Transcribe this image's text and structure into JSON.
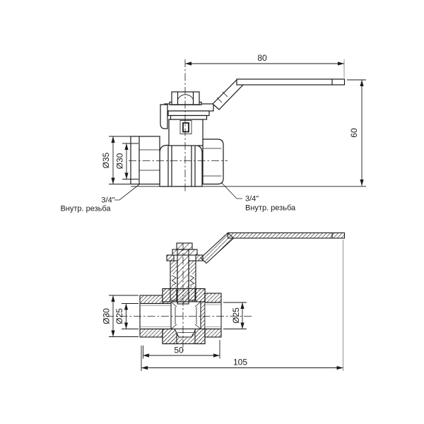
{
  "drawing": {
    "top": {
      "dim_length": "80",
      "dim_height": "60",
      "dim_hex": "Ø35",
      "dim_thread": "Ø30",
      "left_port": {
        "size": "3/4\"",
        "type": "Внутр. резьба"
      },
      "right_port": {
        "size": "3/4\"",
        "type": "Внутр. резьба"
      }
    },
    "bottom": {
      "dim_outer": "Ø30",
      "dim_bore_left": "Ø25",
      "dim_bore_right": "Ø25",
      "dim_body": "50",
      "dim_total": "105"
    },
    "colors": {
      "line": "#1a1a1a",
      "extension": "#9a9a9a",
      "bg": "#ffffff"
    }
  }
}
